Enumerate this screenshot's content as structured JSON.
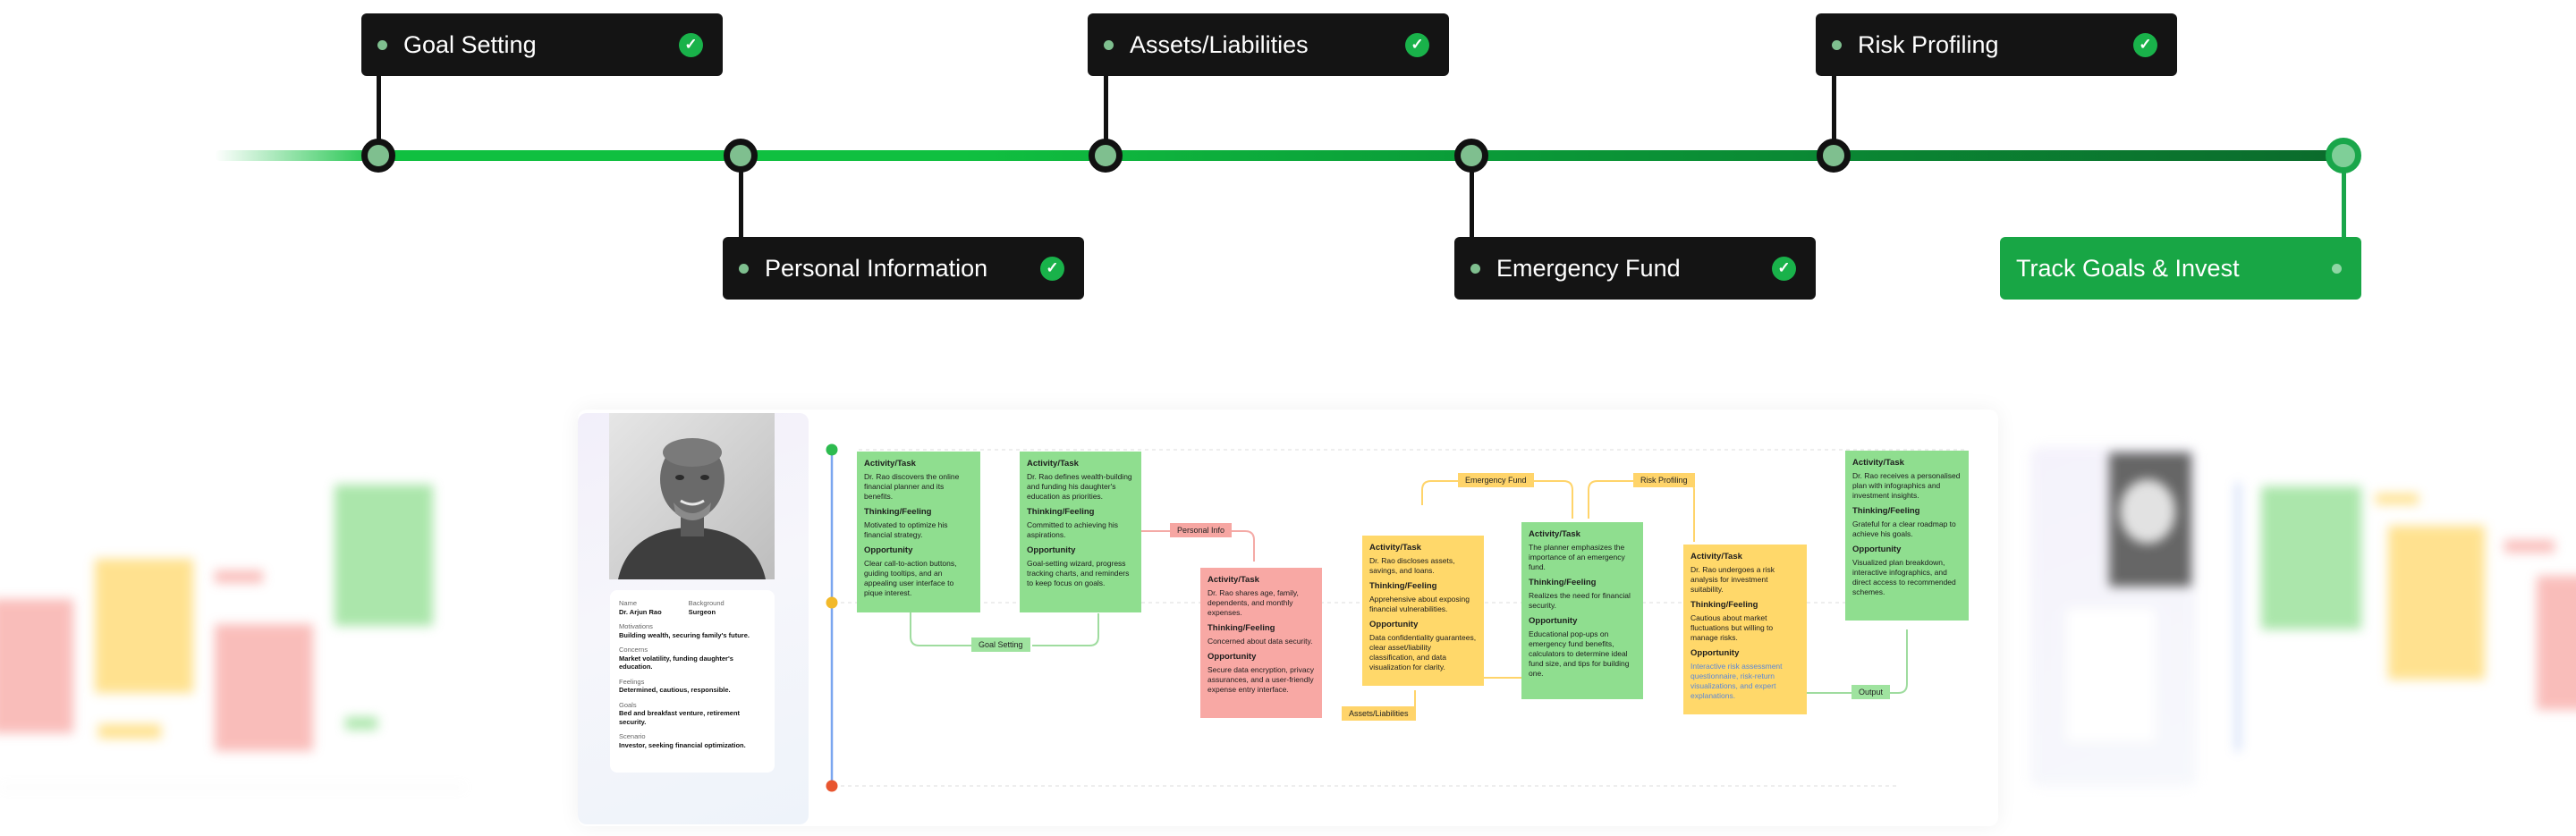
{
  "timeline": {
    "steps": [
      {
        "label": "Goal Setting",
        "done": true
      },
      {
        "label": "Personal Information",
        "done": true
      },
      {
        "label": "Assets/Liabilities",
        "done": true
      },
      {
        "label": "Emergency Fund",
        "done": true
      },
      {
        "label": "Risk Profiling",
        "done": true
      },
      {
        "label": "Track Goals & Invest",
        "done": false
      }
    ],
    "colors": {
      "track_start": "#c9f2d3",
      "track_mid": "#10c040",
      "track_end": "#0b6b2c",
      "panel": "#141414",
      "final": "#18a645",
      "check": "#19b24a"
    }
  },
  "persona": {
    "name_label": "Name",
    "name_value": "Dr. Arjun Rao",
    "background_label": "Background",
    "background_value": "Surgeon",
    "motivations_label": "Motivations",
    "motivations_value": "Building wealth, securing family's future.",
    "concerns_label": "Concerns",
    "concerns_value": "Market volatility, funding daughter's education.",
    "feelings_label": "Feelings",
    "feelings_value": "Determined, cautious, responsible.",
    "goals_label": "Goals",
    "goals_value": "Bed and breakfast venture, retirement security.",
    "scenario_label": "Scenario",
    "scenario_value": "Investor, seeking financial optimization."
  },
  "journey": {
    "card1": {
      "h1": "Activity/Task",
      "t1": "Dr. Rao discovers the online financial planner and its benefits.",
      "h2": "Thinking/Feeling",
      "t2": "Motivated to optimize his financial strategy.",
      "h3": "Opportunity",
      "t3": "Clear call-to-action buttons, guiding tooltips, and an appealing user interface to pique interest."
    },
    "card2": {
      "h1": "Activity/Task",
      "t1": "Dr. Rao defines wealth-building and funding his daughter's education as priorities.",
      "h2": "Thinking/Feeling",
      "t2": "Committed to achieving his aspirations.",
      "h3": "Opportunity",
      "t3": "Goal-setting wizard, progress tracking charts, and reminders to keep focus on goals."
    },
    "card3": {
      "h1": "Activity/Task",
      "t1": "Dr. Rao shares age, family, dependents, and monthly expenses.",
      "h2": "Thinking/Feeling",
      "t2": "Concerned about data security.",
      "h3": "Opportunity",
      "t3": "Secure data encryption, privacy assurances, and a user-friendly expense entry interface."
    },
    "card4": {
      "h1": "Activity/Task",
      "t1": "Dr. Rao discloses assets, savings, and loans.",
      "h2": "Thinking/Feeling",
      "t2": "Apprehensive about exposing financial vulnerabilities.",
      "h3": "Opportunity",
      "t3": "Data confidentiality guarantees, clear asset/liability classification, and data visualization for clarity."
    },
    "card5": {
      "h1": "Activity/Task",
      "t1": "The planner emphasizes the importance of an emergency fund.",
      "h2": "Thinking/Feeling",
      "t2": "Realizes the need for financial security.",
      "h3": "Opportunity",
      "t3": "Educational pop-ups on emergency fund benefits, calculators to determine ideal fund size, and tips for building one."
    },
    "card6": {
      "h1": "Activity/Task",
      "t1": "Dr. Rao undergoes a risk analysis for investment suitability.",
      "h2": "Thinking/Feeling",
      "t2": "Cautious about market fluctuations but willing to manage risks.",
      "h3": "Opportunity",
      "t3": "Interactive risk assessment questionnaire, risk-return visualizations, and expert explanations."
    },
    "card7": {
      "h1": "Activity/Task",
      "t1": "Dr. Rao receives a personalised plan with infographics and investment insights.",
      "h2": "Thinking/Feeling",
      "t2": "Grateful for a clear roadmap to achieve his goals.",
      "h3": "Opportunity",
      "t3": "Visualized plan breakdown, interactive infographics, and direct access to recommended schemes."
    },
    "tags": {
      "goal_setting": "Goal Setting",
      "personal_info": "Personal Info",
      "assets_liabilities": "Assets/Liabilities",
      "emergency_fund": "Emergency Fund",
      "risk_profiling": "Risk Profiling",
      "output": "Output"
    }
  }
}
